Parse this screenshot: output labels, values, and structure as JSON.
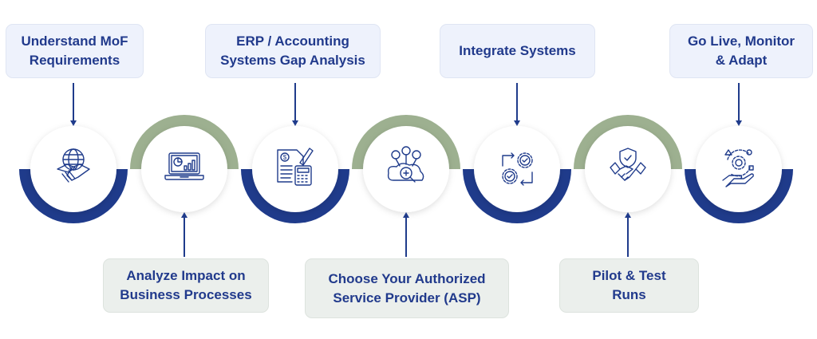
{
  "colors": {
    "navy": "#1f3b8b",
    "sage": "#9db090",
    "text": "#213a8c",
    "top_box_bg": "#eef2fc",
    "bottom_box_bg": "#ebefec"
  },
  "steps": [
    {
      "label": "Understand MoF\nRequirements",
      "icon": "globe-handshake-icon",
      "position": "top",
      "arc": "navy-bottom"
    },
    {
      "label": "Analyze Impact on\nBusiness Processes",
      "icon": "laptop-analytics-icon",
      "position": "bottom",
      "arc": "sage-top"
    },
    {
      "label": "ERP / Accounting\nSystems Gap Analysis",
      "icon": "invoice-calculator-icon",
      "position": "top",
      "arc": "navy-bottom"
    },
    {
      "label": "Choose Your Authorized\nService Provider (ASP)",
      "icon": "cloud-users-search-icon",
      "position": "bottom",
      "arc": "sage-top"
    },
    {
      "label": "Integrate Systems",
      "icon": "gears-sync-icon",
      "position": "top",
      "arc": "navy-bottom"
    },
    {
      "label": "Pilot & Test\nRuns",
      "icon": "shield-handshake-icon",
      "position": "bottom",
      "arc": "sage-top"
    },
    {
      "label": "Go Live, Monitor\n& Adapt",
      "icon": "hand-gear-cycle-icon",
      "position": "top",
      "arc": "navy-bottom"
    }
  ]
}
